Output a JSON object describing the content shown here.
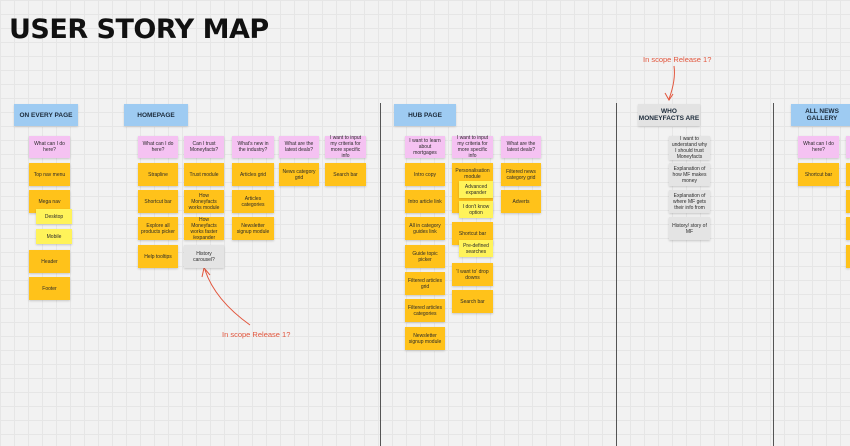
{
  "title": "USER STORY MAP",
  "annotations": {
    "top": "In scope Release 1?",
    "bottom": "In scope Release 1?"
  },
  "colors": {
    "pink": "#f5c2f2",
    "orange": "#ffc21a",
    "yellow": "#fff35a",
    "gray": "#e4e4e4",
    "blue_header": "#9ecbf2",
    "annotation": "#e2553c"
  },
  "sections": {
    "every_page": {
      "header": "ON EVERY PAGE",
      "q1": "What can I do here?",
      "top_nav": "Top nav menu",
      "mega_nav": "Mega nav",
      "desktop": "Desktop",
      "mobile": "Mobile",
      "header_note": "Header",
      "footer": "Footer"
    },
    "homepage": {
      "header": "HOMEPAGE",
      "q1": "What can I do here?",
      "q2": "Can I trust Moneyfacts?",
      "q3": "What's new in the industry?",
      "q4": "What are the latest deals?",
      "q5": "I want to input my criteria for more specific info",
      "strapline": "Strapline",
      "shortcut_bar": "Shortcut bar",
      "explore": "Explore all products picker",
      "help": "Help tooltips",
      "trust_module": "Trust module",
      "how_works": "How Moneyfacts works module",
      "how_faster": "How Moneyfacts works faster /expander",
      "history_carousel": "History carousel?",
      "articles_grid": "Articles grid",
      "articles_categories": "Articles categories",
      "newsletter": "Newsletter signup module",
      "news_grid": "News category grid",
      "search_bar": "Search bar"
    },
    "hub": {
      "header": "HUB PAGE",
      "q1": "I want to learn about mortgages",
      "q2": "I want to input my criteria for more specific info",
      "q3": "What are the latest deals?",
      "intro_copy": "Intro copy",
      "intro_link": "Intro article link",
      "all_guides": "All in category guides link",
      "guide_picker": "Guide topic picker",
      "filtered_grid": "Filtered articles grid",
      "filtered_categories": "Filtered articles categories",
      "newsletter": "Newsletter signup module",
      "personalisation": "Personalisation module",
      "advanced_expander": "Advanced expander",
      "dont_know": "I don't know option",
      "shortcut_bar": "Shortcut bar",
      "predefined": "Pre-defined searches",
      "drop_downs": "'I want to' drop downs",
      "search_bar": "Search bar",
      "filtered_news": "Filtered news category grid",
      "adverts": "Adverts"
    },
    "who": {
      "header": "WHO MONEYFACTS ARE",
      "n1": "I want to understand why I should trust Moneyfacts",
      "n2": "Explanation of how MF makes money",
      "n3": "Explanation of where MF gets their info from",
      "n4": "History/ story of MF"
    },
    "news_gallery": {
      "header": "ALL NEWS GALLERY",
      "q1": "What can I do here?",
      "shortcut_bar": "Shortcut bar"
    }
  }
}
